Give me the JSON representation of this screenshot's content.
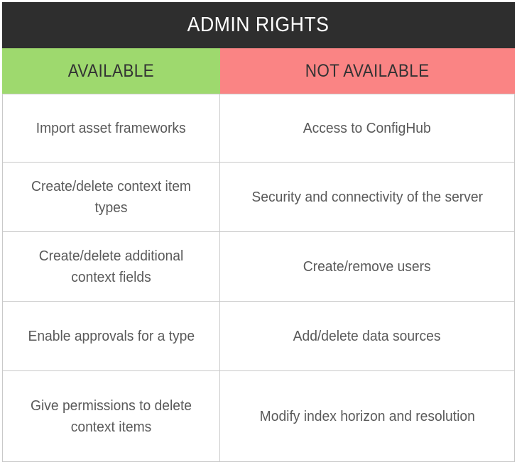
{
  "table": {
    "title": "ADMIN RIGHTS",
    "colors": {
      "title_bar": "#2e2e2e",
      "title_text": "#ffffff",
      "available_header": "#9ed96e",
      "not_available_header": "#fa8484",
      "header_text": "#333333",
      "body_text": "#5a5a5a",
      "border": "#c9c9c9",
      "background": "#ffffff"
    },
    "columns": [
      {
        "label": "AVAILABLE",
        "key": "available"
      },
      {
        "label": "NOT AVAILABLE",
        "key": "not_available"
      }
    ],
    "rows": [
      {
        "available": "Import asset frameworks",
        "not_available": "Access to ConfigHub"
      },
      {
        "available": "Create/delete context item types",
        "not_available": "Security and connectivity of the server"
      },
      {
        "available": "Create/delete additional context fields",
        "not_available": "Create/remove users"
      },
      {
        "available": "Enable approvals for a type",
        "not_available": "Add/delete data sources"
      },
      {
        "available": "Give permissions to delete context items",
        "not_available": "Modify index horizon and resolution"
      }
    ]
  }
}
